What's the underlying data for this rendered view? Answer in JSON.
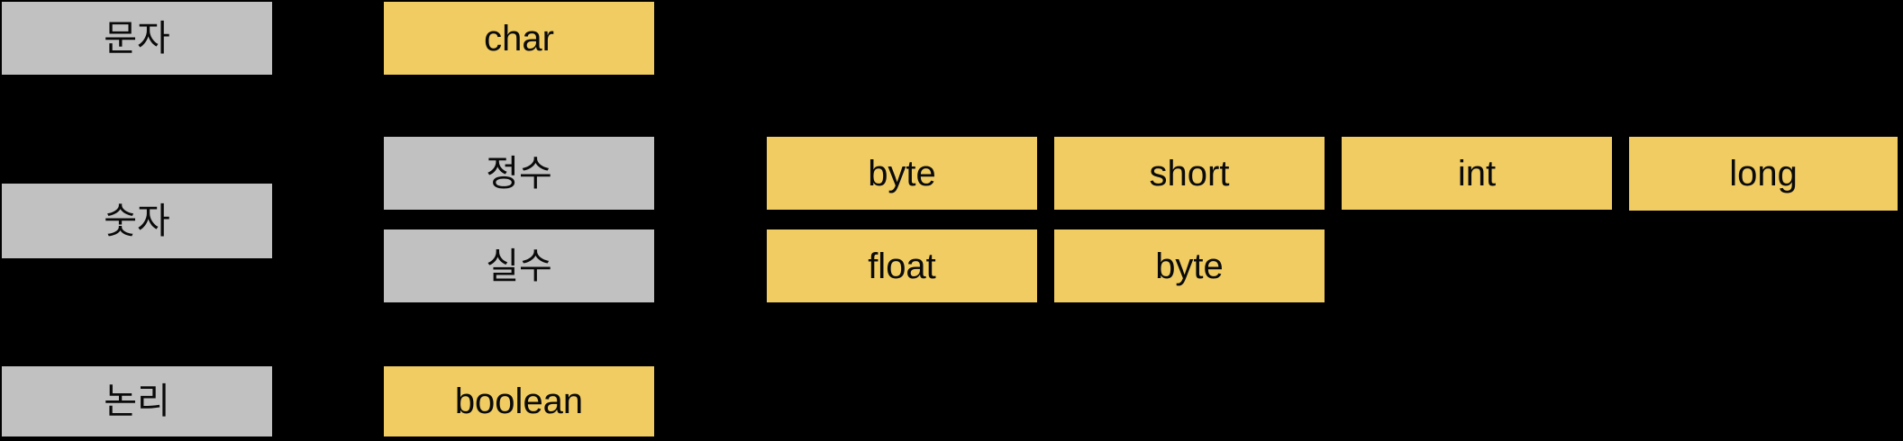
{
  "colors": {
    "background": "#000000",
    "category_box": "#C1C1C1",
    "type_box": "#F0CC62",
    "text": "#0a0a0a"
  },
  "diagram": {
    "groups": [
      {
        "category": "문자",
        "types": [
          "char"
        ]
      },
      {
        "category": "숫자",
        "subcategories": [
          {
            "label": "정수",
            "types": [
              "byte",
              "short",
              "int",
              "long"
            ]
          },
          {
            "label": "실수",
            "types": [
              "float",
              "byte"
            ]
          }
        ]
      },
      {
        "category": "논리",
        "types": [
          "boolean"
        ]
      }
    ]
  }
}
